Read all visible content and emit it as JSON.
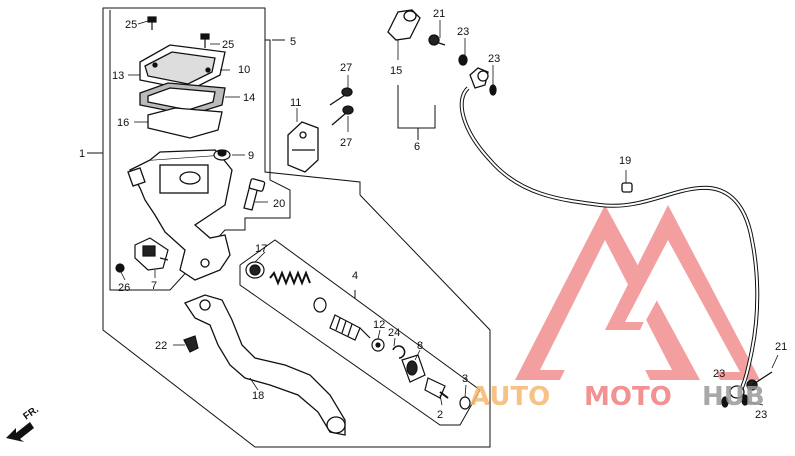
{
  "callouts": {
    "c1": "1",
    "c2": "2",
    "c3": "3",
    "c4": "4",
    "c5": "5",
    "c6": "6",
    "c7": "7",
    "c8": "8",
    "c9": "9",
    "c10": "10",
    "c11": "11",
    "c12": "12",
    "c13": "13",
    "c14": "14",
    "c15": "15",
    "c16": "16",
    "c17": "17",
    "c18": "18",
    "c19": "19",
    "c20": "20",
    "c21a": "21",
    "c21b": "21",
    "c22": "22",
    "c23a": "23",
    "c23b": "23",
    "c23c": "23",
    "c23d": "23",
    "c24": "24",
    "c25a": "25",
    "c25b": "25",
    "c26": "26",
    "c27a": "27",
    "c27b": "27"
  },
  "direction_marker": "FR.",
  "watermark": {
    "word_auto": "AUTO",
    "word_moto": "MOTO",
    "word_hub": "HUB",
    "colors": {
      "logo": "#f08080",
      "auto": "#f5b870",
      "moto": "#f08080",
      "hub": "#9a9a9a"
    }
  },
  "line_color": "#111111"
}
